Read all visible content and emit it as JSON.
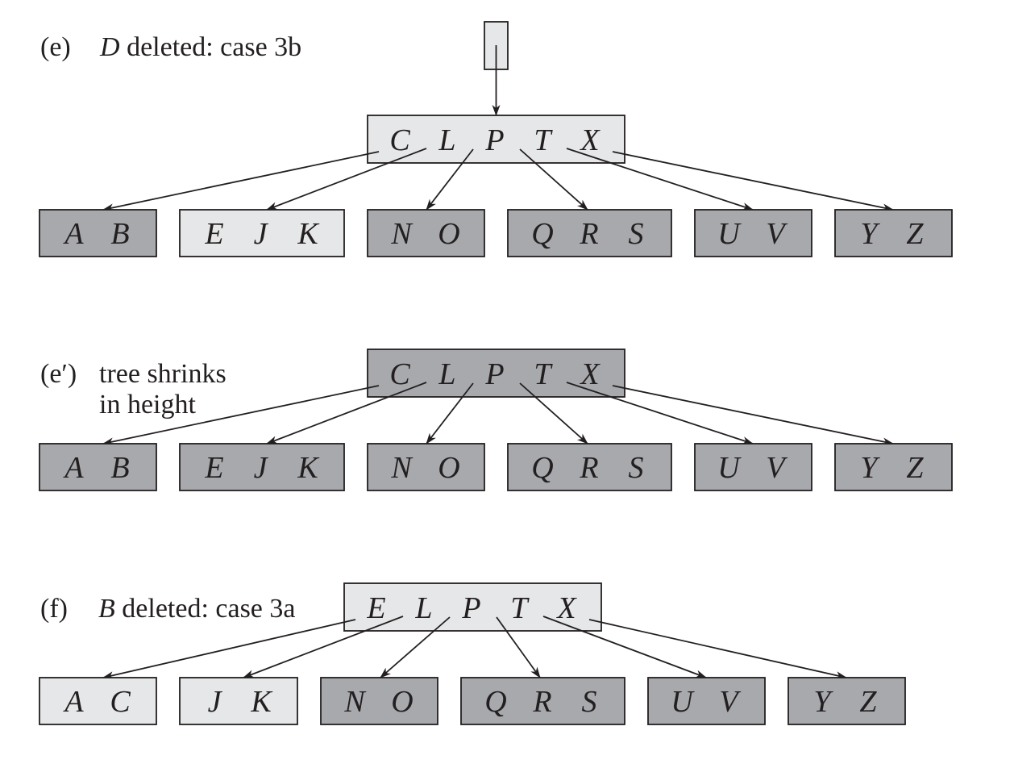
{
  "colors": {
    "light_node": "#e6e7e8",
    "dark_node": "#a7a9ac",
    "ink": "#231f20"
  },
  "panels": [
    {
      "label_parts": [
        {
          "text": "(e)",
          "italic": false
        },
        {
          "text": "D",
          "italic": true
        },
        {
          "text": " deleted: case 3b",
          "italic": false
        }
      ],
      "root_pointer": true,
      "root": {
        "keys": [
          "C",
          "L",
          "P",
          "T",
          "X"
        ],
        "shade": "light"
      },
      "children": [
        {
          "keys": [
            "A",
            "B"
          ],
          "shade": "dark"
        },
        {
          "keys": [
            "E",
            "J",
            "K"
          ],
          "shade": "light"
        },
        {
          "keys": [
            "N",
            "O"
          ],
          "shade": "dark"
        },
        {
          "keys": [
            "Q",
            "R",
            "S"
          ],
          "shade": "dark"
        },
        {
          "keys": [
            "U",
            "V"
          ],
          "shade": "dark"
        },
        {
          "keys": [
            "Y",
            "Z"
          ],
          "shade": "dark"
        }
      ]
    },
    {
      "label_parts": [
        {
          "text": "(e′)",
          "italic": false
        },
        {
          "text": "tree shrinks",
          "italic": false
        },
        {
          "text": "in height",
          "italic": false
        }
      ],
      "root_pointer": false,
      "root": {
        "keys": [
          "C",
          "L",
          "P",
          "T",
          "X"
        ],
        "shade": "dark"
      },
      "children": [
        {
          "keys": [
            "A",
            "B"
          ],
          "shade": "dark"
        },
        {
          "keys": [
            "E",
            "J",
            "K"
          ],
          "shade": "dark"
        },
        {
          "keys": [
            "N",
            "O"
          ],
          "shade": "dark"
        },
        {
          "keys": [
            "Q",
            "R",
            "S"
          ],
          "shade": "dark"
        },
        {
          "keys": [
            "U",
            "V"
          ],
          "shade": "dark"
        },
        {
          "keys": [
            "Y",
            "Z"
          ],
          "shade": "dark"
        }
      ]
    },
    {
      "label_parts": [
        {
          "text": "(f)",
          "italic": false
        },
        {
          "text": "B",
          "italic": true
        },
        {
          "text": " deleted: case 3a",
          "italic": false
        }
      ],
      "root_pointer": false,
      "root": {
        "keys": [
          "E",
          "L",
          "P",
          "T",
          "X"
        ],
        "shade": "light"
      },
      "children": [
        {
          "keys": [
            "A",
            "C"
          ],
          "shade": "light"
        },
        {
          "keys": [
            "J",
            "K"
          ],
          "shade": "light"
        },
        {
          "keys": [
            "N",
            "O"
          ],
          "shade": "dark"
        },
        {
          "keys": [
            "Q",
            "R",
            "S"
          ],
          "shade": "dark"
        },
        {
          "keys": [
            "U",
            "V"
          ],
          "shade": "dark"
        },
        {
          "keys": [
            "Y",
            "Z"
          ],
          "shade": "dark"
        }
      ]
    }
  ]
}
